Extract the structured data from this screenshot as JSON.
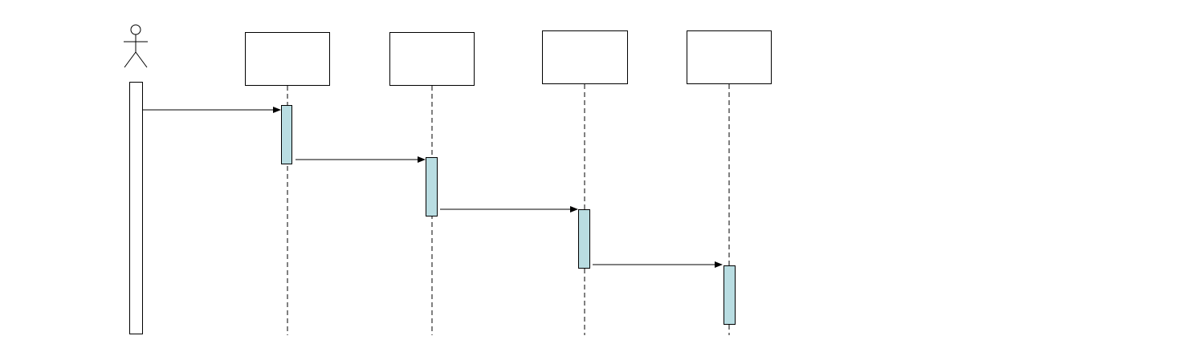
{
  "diagram": {
    "type": "uml-sequence",
    "actor": {
      "label": ""
    },
    "lifelines": [
      {
        "label": ""
      },
      {
        "label": ""
      },
      {
        "label": ""
      },
      {
        "label": ""
      }
    ],
    "messages": [
      {
        "from": "actor",
        "to": "lifeline-1",
        "label": ""
      },
      {
        "from": "lifeline-1",
        "to": "lifeline-2",
        "label": ""
      },
      {
        "from": "lifeline-2",
        "to": "lifeline-3",
        "label": ""
      },
      {
        "from": "lifeline-3",
        "to": "lifeline-4",
        "label": ""
      }
    ],
    "colors": {
      "activation_fill": "#b9dde2",
      "stroke": "#000000",
      "background": "#ffffff"
    }
  }
}
